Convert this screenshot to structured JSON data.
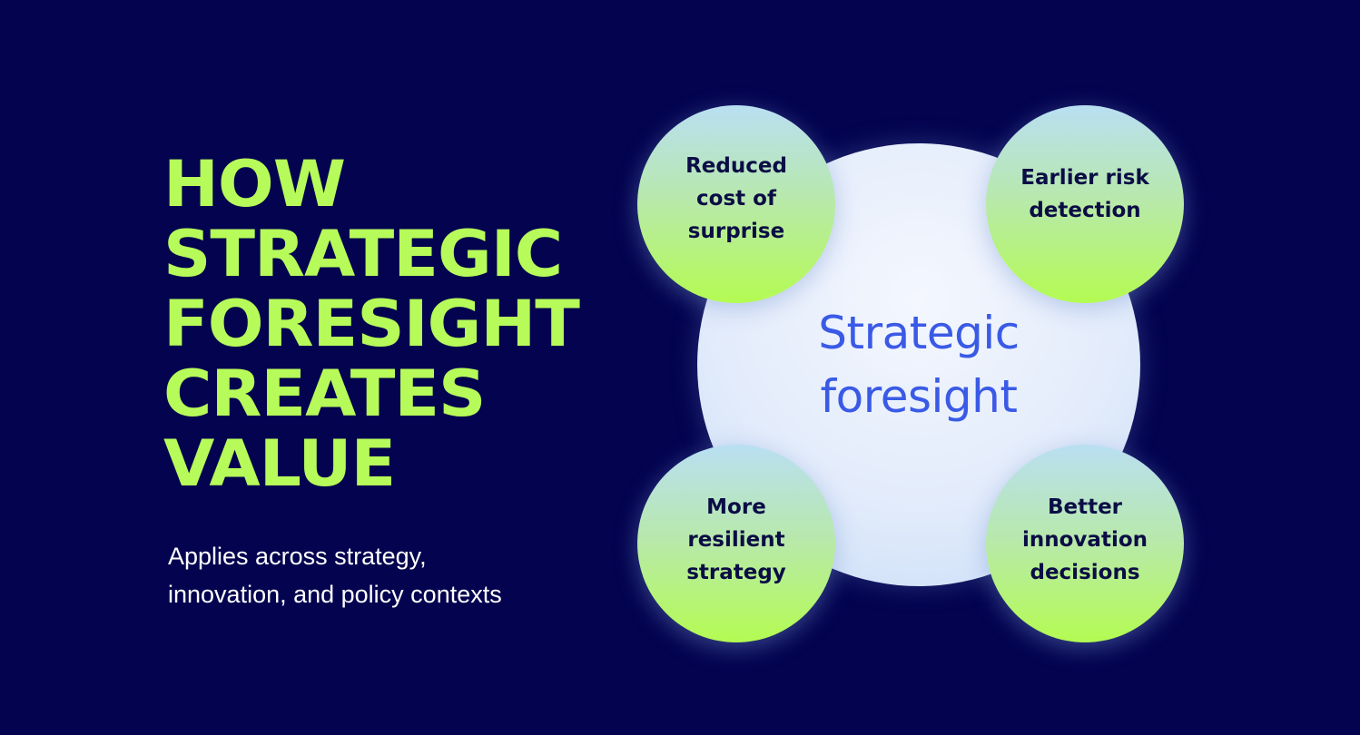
{
  "heading": {
    "lines": [
      "HOW",
      "STRATEGIC",
      "FORESIGHT",
      "CREATES",
      "VALUE"
    ]
  },
  "subtitle": {
    "lines": [
      "Applies across strategy,",
      "innovation, and policy contexts"
    ]
  },
  "diagram": {
    "center": {
      "lines": [
        "Strategic",
        "foresight"
      ]
    },
    "nodes": [
      {
        "position": "top-left",
        "lines": [
          "Reduced",
          "cost of",
          "surprise"
        ]
      },
      {
        "position": "top-right",
        "lines": [
          "Earlier risk",
          "detection"
        ]
      },
      {
        "position": "bottom-left",
        "lines": [
          "More",
          "resilient",
          "strategy"
        ]
      },
      {
        "position": "bottom-right",
        "lines": [
          "Better",
          "innovation",
          "decisions"
        ]
      }
    ]
  },
  "colors": {
    "background": "#03034f",
    "heading": "#b7fb5a",
    "subtitle": "#ffffff",
    "center_text": "#3a5ae6",
    "node_text": "#0b0d45",
    "node_gradient_top": "#b9dff2",
    "node_gradient_bottom": "#b4fb52"
  }
}
